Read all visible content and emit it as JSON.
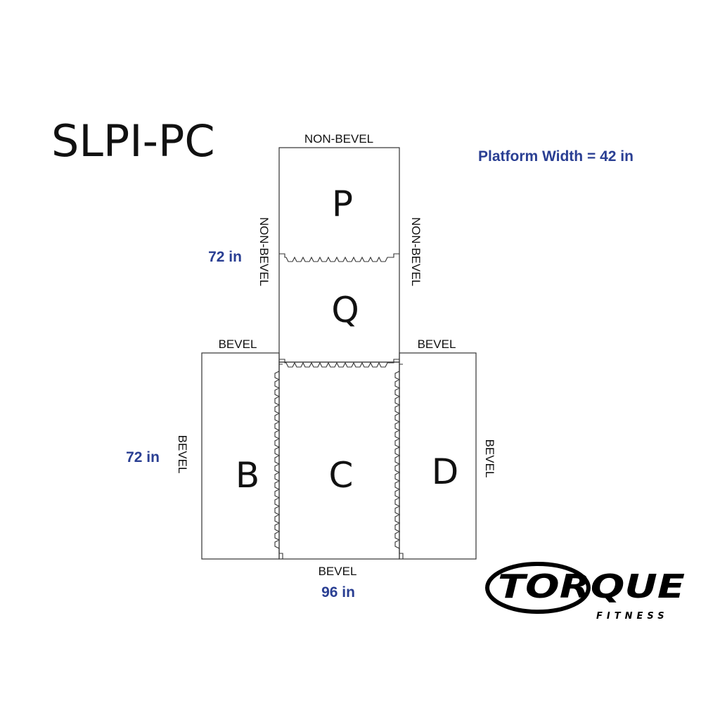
{
  "title": "SLPI-PC",
  "platform_width": "Platform Width = 42 in",
  "top_label": "NON-BEVEL",
  "left_upper_label": "NON-BEVEL",
  "right_upper_label": "NON-BEVEL",
  "upper_dimension": "72 in",
  "bevel_left_top": "BEVEL",
  "bevel_right_top": "BEVEL",
  "bevel_left_side": "BEVEL",
  "bevel_right_side": "BEVEL",
  "bevel_bottom": "BEVEL",
  "lower_dimension": "72 in",
  "bottom_dimension": "96 in",
  "tiles": {
    "p": "P",
    "q": "Q",
    "b": "B",
    "c": "C",
    "d": "D"
  },
  "logo": {
    "brand": "TORQUE",
    "sub": "FITNESS"
  },
  "colors": {
    "dimension": "#2a3f93",
    "line": "#333333"
  }
}
